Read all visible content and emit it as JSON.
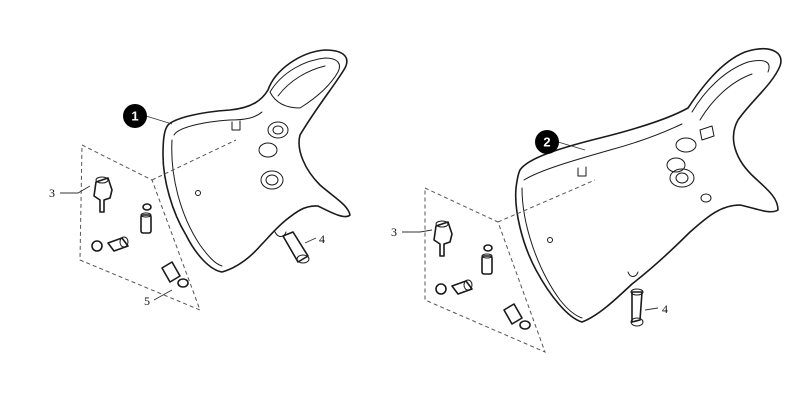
{
  "diagrams": [
    {
      "badge": "1",
      "callouts": {
        "c3": "3",
        "c4": "4",
        "c5": "5"
      }
    },
    {
      "badge": "2",
      "callouts": {
        "c3": "3",
        "c4": "4"
      }
    }
  ],
  "colors": {
    "ink": "#1a1a1a",
    "badge": "#000000",
    "background": "#ffffff"
  }
}
